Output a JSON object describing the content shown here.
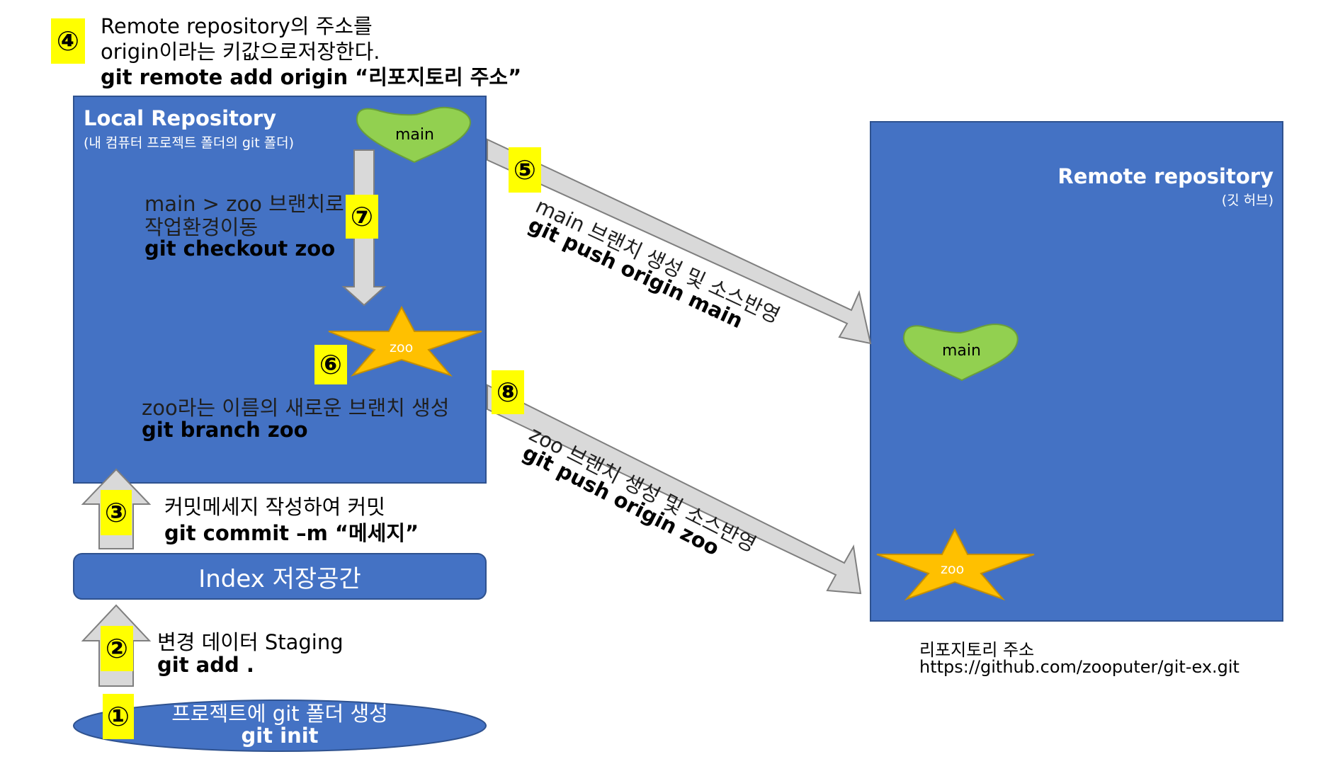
{
  "colors": {
    "box_blue": "#4472c4",
    "box_border": "#2f528f",
    "heart_green": "#92d050",
    "star_orange": "#ffc000",
    "arrow_gray": "#d9d9d9",
    "badge_yellow": "#ffff00"
  },
  "step4": {
    "line1": "Remote repository의 주소를",
    "line2": "origin이라는 키값으로저장한다.",
    "cmd": "git remote add origin “리포지토리 주소”"
  },
  "local": {
    "title": "Local Repository",
    "subtitle": "(내 컴퓨터 프로젝트 폴더의 git 폴더)"
  },
  "main_label": "main",
  "zoo_label": "zoo",
  "step7": {
    "line1": "main > zoo 브랜치로",
    "line2": "작업환경이동",
    "cmd": "git checkout zoo"
  },
  "step6": {
    "line1": "zoo라는 이름의 새로운 브랜치 생성",
    "cmd": "git branch zoo"
  },
  "step3": {
    "line1": "커밋메세지 작성하여 커밋",
    "cmd": "git commit –m “메세지”"
  },
  "index": {
    "label": "Index 저장공간"
  },
  "step2": {
    "line1": "변경 데이터 Staging",
    "cmd": "git add ."
  },
  "step1": {
    "line1": "프로젝트에 git 폴더 생성",
    "cmd": "git init"
  },
  "step5": {
    "line1": "main 브랜치 생성 및 소스반영",
    "cmd": "git push origin main"
  },
  "step8": {
    "line1": "zoo 브랜치 생성 및 소스반영",
    "cmd": "git push origin zoo"
  },
  "remote": {
    "title": "Remote repository",
    "subtitle": "(깃 허브)"
  },
  "repo_address": {
    "label": "리포지토리 주소",
    "url": "https://github.com/zooputer/git-ex.git"
  },
  "badges": {
    "b1": "①",
    "b2": "②",
    "b3": "③",
    "b4": "④",
    "b5": "⑤",
    "b6": "⑥",
    "b7": "⑦",
    "b8": "⑧"
  }
}
